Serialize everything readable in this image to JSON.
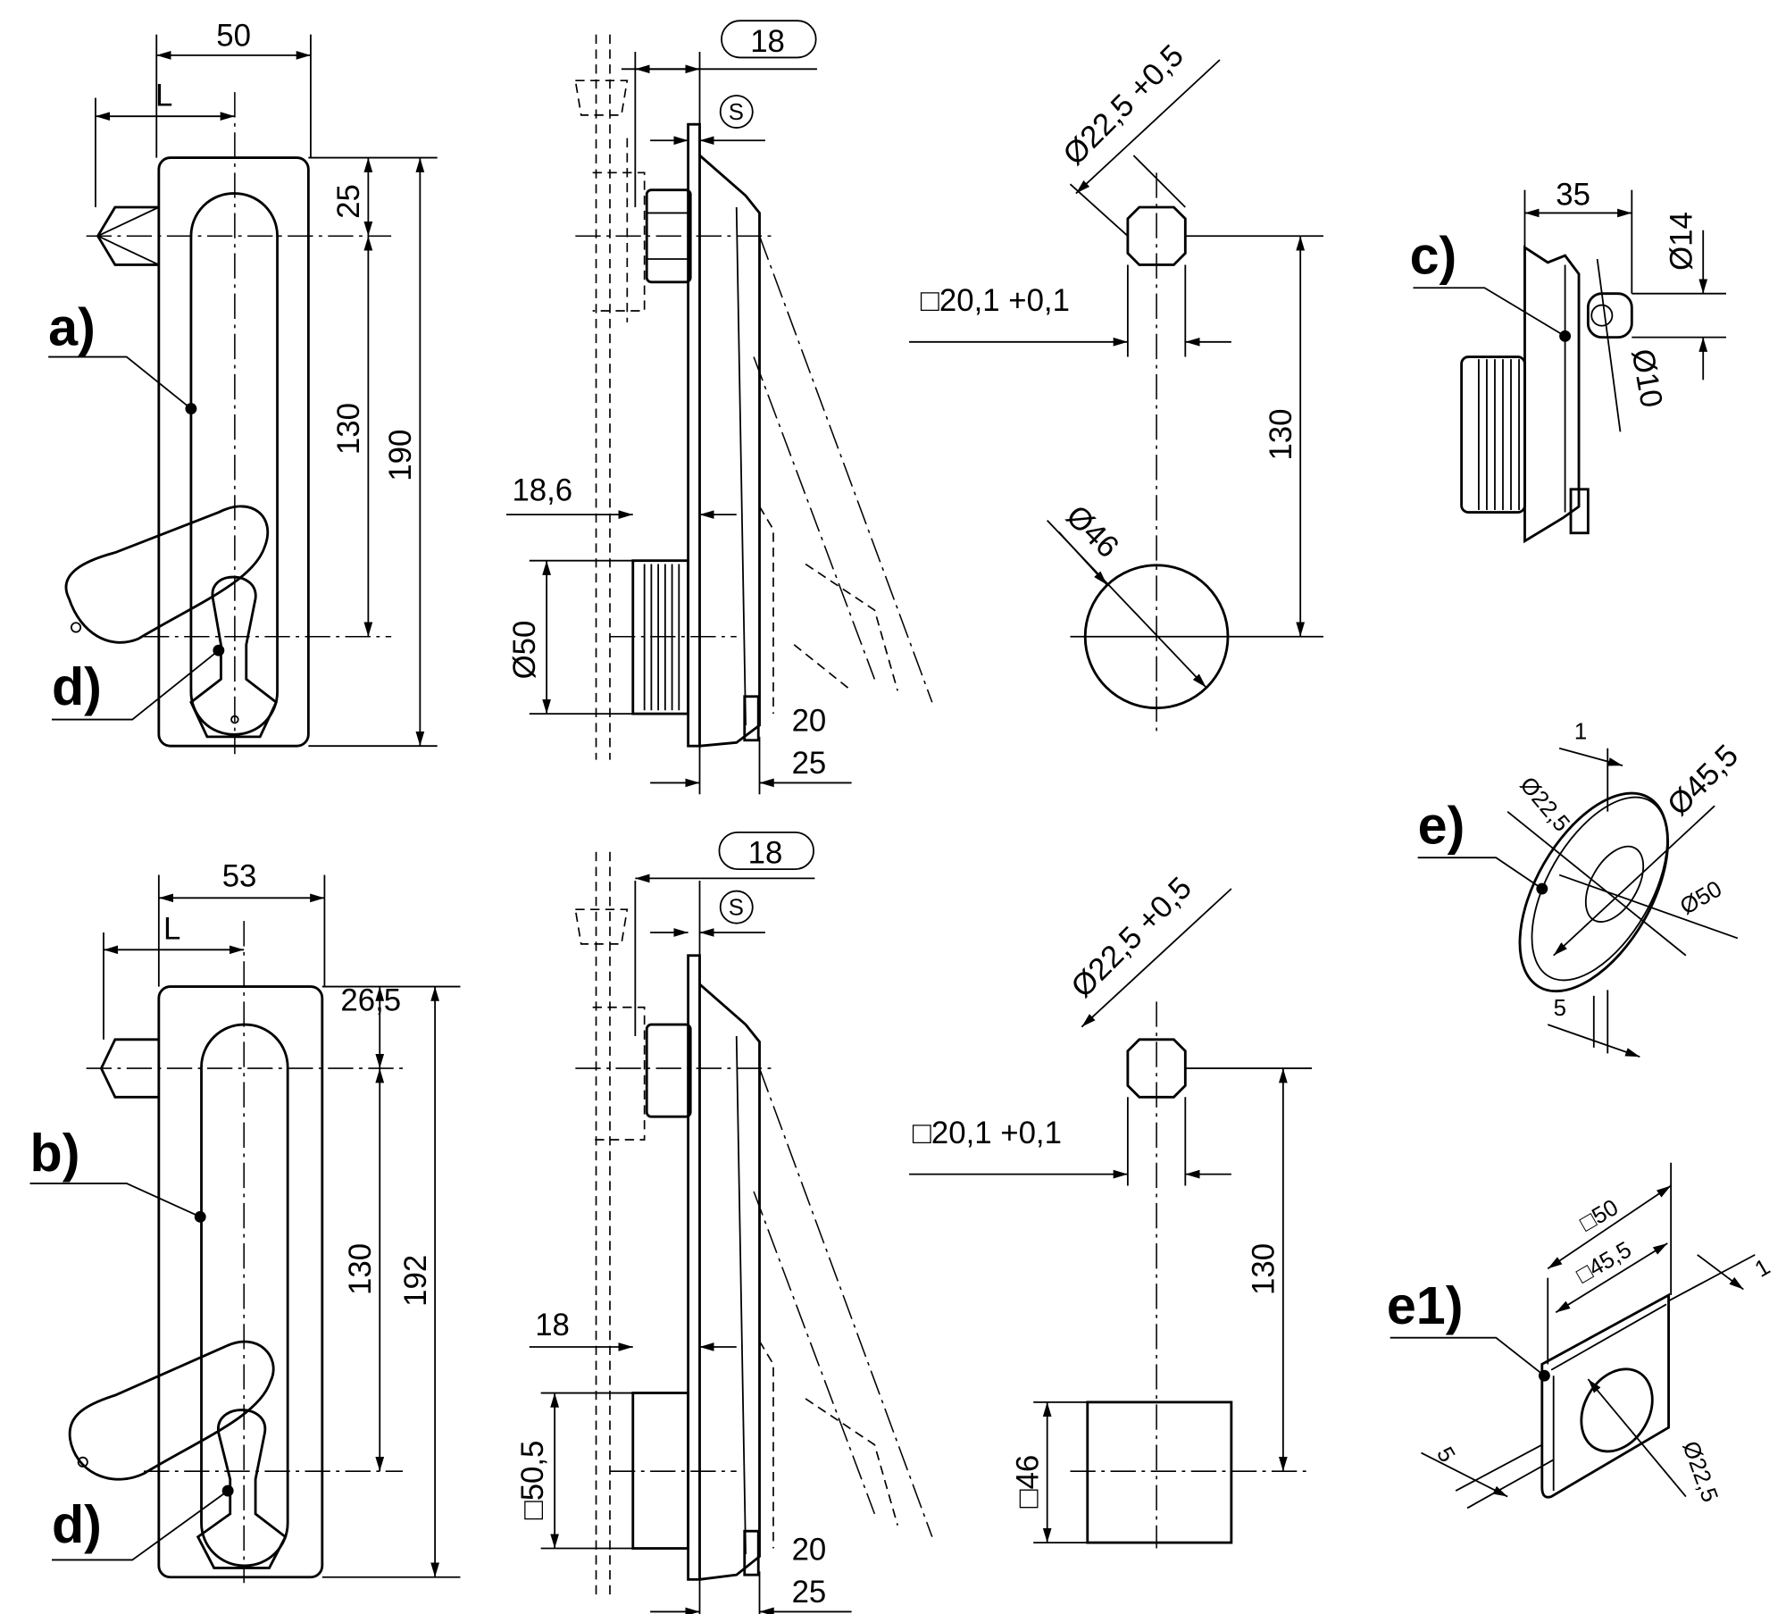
{
  "view_a": {
    "label": "a)",
    "label_d": "d)",
    "width": "50",
    "l": "L",
    "top": "25",
    "pitch": "130",
    "height": "190"
  },
  "side_a": {
    "depth_boxed": "18",
    "s_mark": "S",
    "cyl_offset": "18,6",
    "cyl_dia": "Ø50",
    "d20": "20",
    "d25": "25"
  },
  "cutout_a": {
    "hole": "Ø22,5 +0,5",
    "square": "□20,1 +0,1",
    "pitch": "130",
    "big_hole": "Ø46"
  },
  "detail_c": {
    "label": "c)",
    "width": "35",
    "d14": "Ø14",
    "d10": "Ø10"
  },
  "detail_e": {
    "label": "e)",
    "t1": "1",
    "d22": "Ø22,5",
    "d45": "Ø45,5",
    "d50": "Ø50",
    "t5": "5"
  },
  "view_b": {
    "label": "b)",
    "label_d": "d)",
    "width": "53",
    "l": "L",
    "top": "26,5",
    "pitch": "130",
    "height": "192"
  },
  "side_b": {
    "depth_boxed": "18",
    "s_mark": "S",
    "cyl_offset": "18",
    "cyl_sq": "□50,5",
    "d20": "20",
    "d25": "25"
  },
  "cutout_b": {
    "hole": "Ø22,5 +0,5",
    "square": "□20,1 +0,1",
    "pitch": "130",
    "big_sq": "□46"
  },
  "detail_e1": {
    "label": "e1)",
    "sq50": "□50",
    "sq45": "□45,5",
    "t1": "1",
    "t5": "5",
    "d22": "Ø22,5"
  }
}
